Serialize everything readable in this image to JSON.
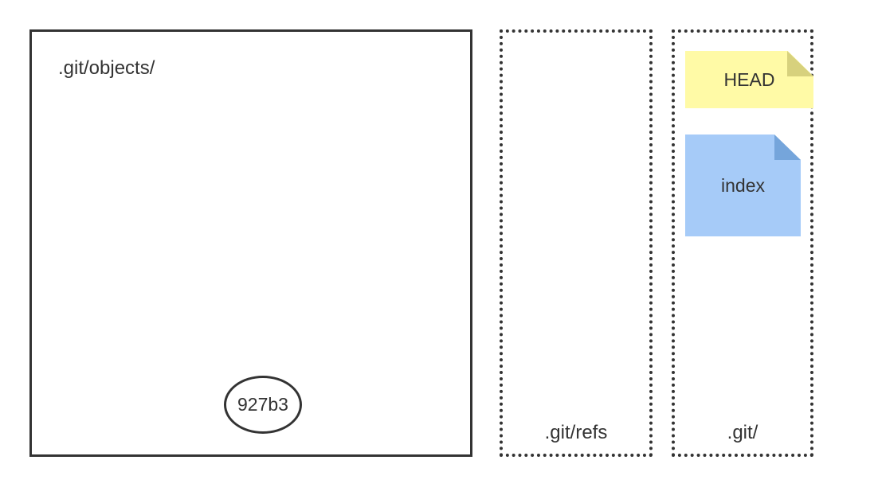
{
  "objects_panel": {
    "label": ".git/objects/",
    "objects": [
      {
        "id": "927b3"
      }
    ]
  },
  "refs_panel": {
    "label": ".git/refs"
  },
  "git_panel": {
    "label": ".git/",
    "files": [
      {
        "name": "HEAD",
        "color": "#fffaa6",
        "fold_color": "#d7d17d"
      },
      {
        "name": "index",
        "color": "#a6cbf8",
        "fold_color": "#75a5db"
      }
    ]
  },
  "colors": {
    "stroke": "#333333",
    "text": "#333333",
    "background": "#ffffff"
  }
}
